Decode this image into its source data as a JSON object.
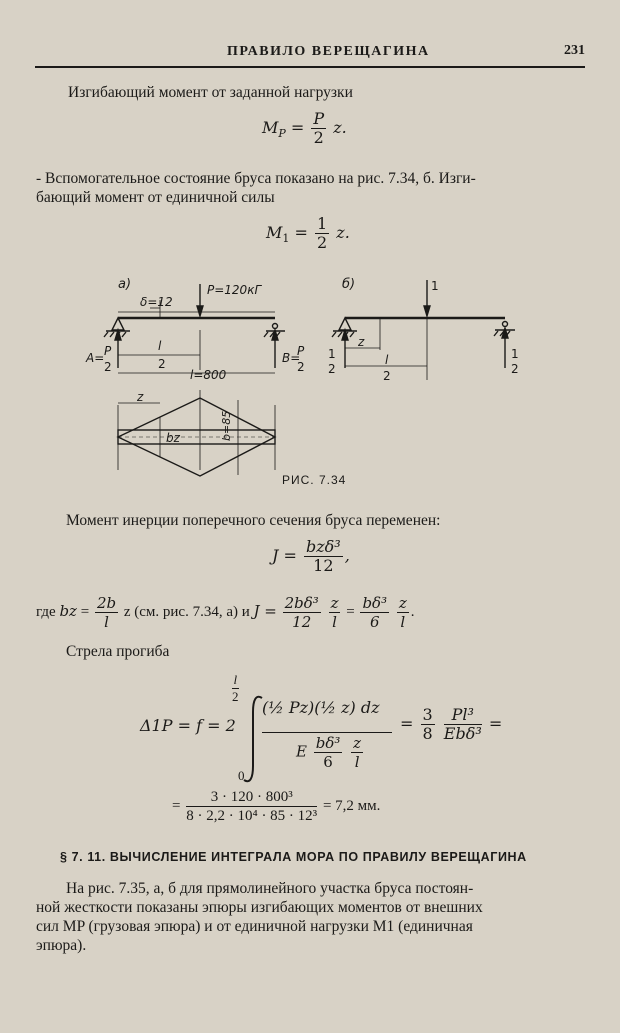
{
  "header": {
    "title": "ПРАВИЛО ВЕРЕЩАГИНА",
    "page_number": "231"
  },
  "p1": "Изгибающий момент от заданной нагрузки",
  "eq1": {
    "lhs": "M",
    "lhs_sub": "P",
    "eq": "=",
    "num": "P",
    "den": "2",
    "var": "z."
  },
  "p2_line1": "- Вспомогательное состояние бруса показано на рис. 7.34, б. Изги-",
  "p2_line2": "бающий момент от единичной силы",
  "eq2": {
    "lhs": "M",
    "lhs_sub": "1",
    "eq": "=",
    "num": "1",
    "den": "2",
    "var": "z."
  },
  "figure": {
    "label_a": "а)",
    "label_b": "б)",
    "delta": "δ=12",
    "load": "P=120кГ",
    "A": "A=",
    "B": "B=",
    "P": "P",
    "two": "2",
    "l": "l",
    "l800": "l=800",
    "z": "z",
    "bz": "bz",
    "b85": "b=85",
    "one": "1",
    "caption": "РИС. 7.34"
  },
  "p3": "Момент инерции поперечного сечения бруса переменен:",
  "eq3": {
    "lhs": "J =",
    "num": "bzδ³",
    "den": "12",
    "tail": ","
  },
  "eq4": {
    "pre": "где",
    "bz": "bz",
    "eq": "=",
    "n1": "2b",
    "d1": "l",
    "mid": "z (см. рис. 7.34, а) и",
    "J": "J =",
    "n2": "2bδ³",
    "d2": "12",
    "n3": "z",
    "d3": "l",
    "eq2": "=",
    "n4": "bδ³",
    "d4": "6",
    "n5": "z",
    "d5": "l",
    "tail": "."
  },
  "p4": "Стрела прогиба",
  "eq5": {
    "lhs": "Δ1P = f = 2",
    "upper_num": "l",
    "upper_den": "2",
    "lower": "0",
    "integrand_top": "(½ Pz)(½ z) dz",
    "E": "E",
    "den_num": "bδ³",
    "den_den": "6",
    "z_num": "z",
    "z_den": "l",
    "eq": "=",
    "r1_num": "3",
    "r1_den": "8",
    "r2_num": "Pl³",
    "r2_den": "Ebδ³",
    "tail": "="
  },
  "eq6": {
    "eq": "=",
    "num": "3 · 120 · 800³",
    "den": "8 · 2,2 · 10⁴ · 85 · 12³",
    "result": "= 7,2 мм."
  },
  "section": "§ 7. 11. ВЫЧИСЛЕНИЕ ИНТЕГРАЛА МОРА ПО ПРАВИЛУ ВЕРЕЩАГИНА",
  "p5": [
    "На рис. 7.35, а, б для прямолинейного участка бруса постоян-",
    "ной жесткости показаны эпюры изгибающих моментов от внешних",
    "сил MP (грузовая эпюра) и от единичной нагрузки M1 (единичная",
    "эпюра)."
  ]
}
